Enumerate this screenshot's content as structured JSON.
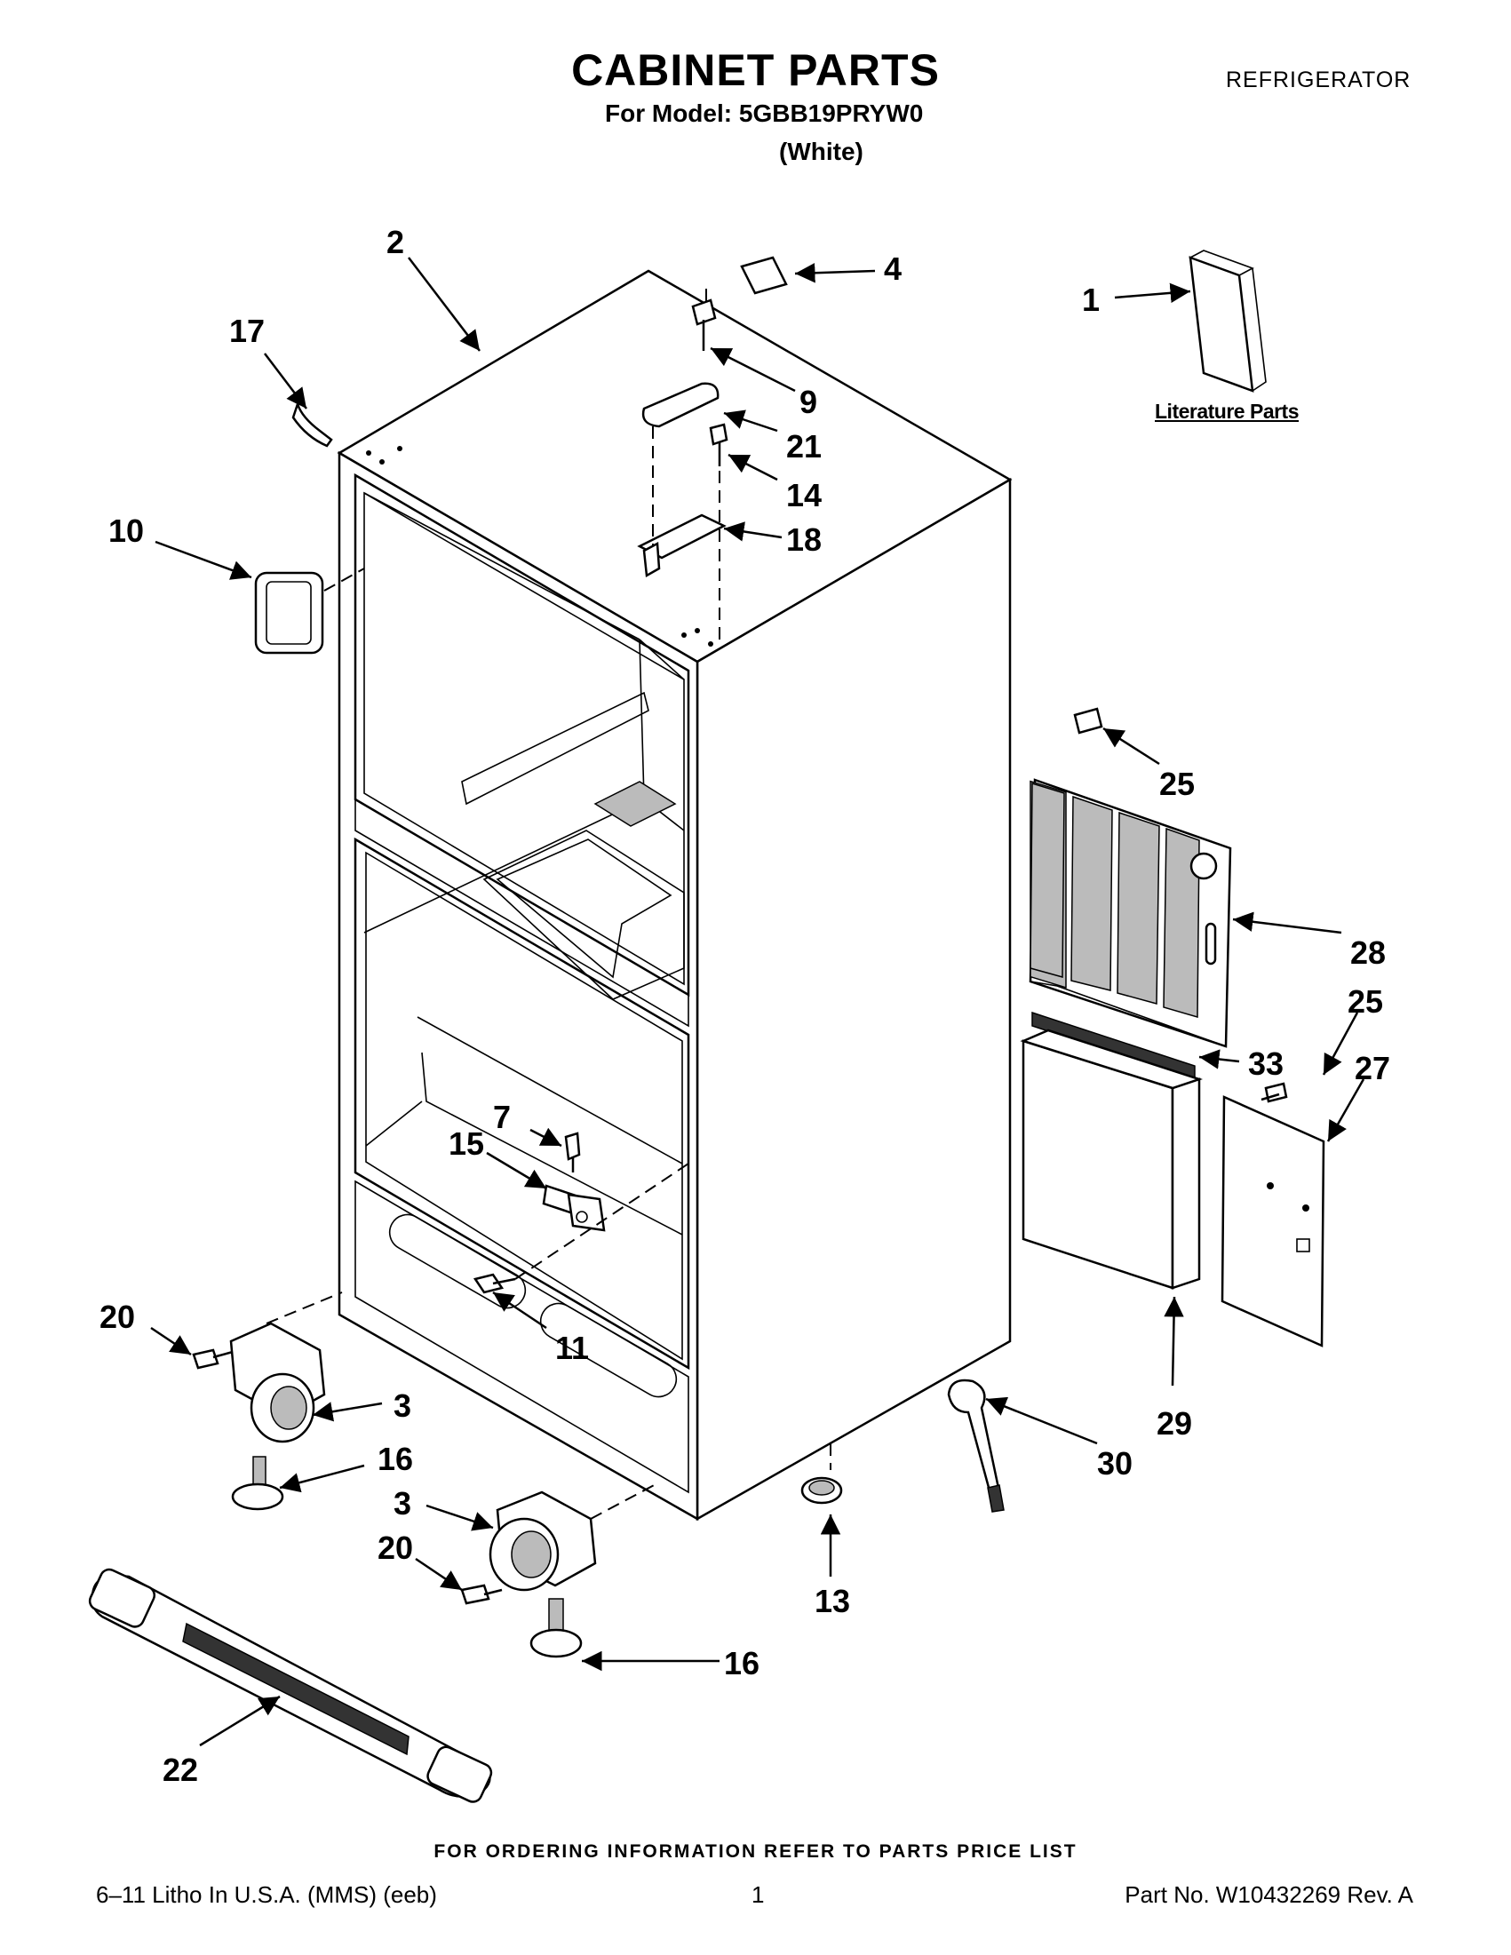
{
  "header": {
    "title": "CABINET PARTS",
    "category": "REFRIGERATOR",
    "model_line": "For Model: 5GBB19PRYW0",
    "color_line": "(White)"
  },
  "literature_label": "Literature Parts",
  "callouts": [
    {
      "id": "c1",
      "text": "1"
    },
    {
      "id": "c2",
      "text": "2"
    },
    {
      "id": "c3a",
      "text": "3"
    },
    {
      "id": "c3b",
      "text": "3"
    },
    {
      "id": "c4",
      "text": "4"
    },
    {
      "id": "c7",
      "text": "7"
    },
    {
      "id": "c9",
      "text": "9"
    },
    {
      "id": "c10",
      "text": "10"
    },
    {
      "id": "c11",
      "text": "11"
    },
    {
      "id": "c13",
      "text": "13"
    },
    {
      "id": "c14",
      "text": "14"
    },
    {
      "id": "c15",
      "text": "15"
    },
    {
      "id": "c16a",
      "text": "16"
    },
    {
      "id": "c16b",
      "text": "16"
    },
    {
      "id": "c17",
      "text": "17"
    },
    {
      "id": "c18",
      "text": "18"
    },
    {
      "id": "c20a",
      "text": "20"
    },
    {
      "id": "c20b",
      "text": "20"
    },
    {
      "id": "c21",
      "text": "21"
    },
    {
      "id": "c22",
      "text": "22"
    },
    {
      "id": "c25a",
      "text": "25"
    },
    {
      "id": "c25b",
      "text": "25"
    },
    {
      "id": "c27",
      "text": "27"
    },
    {
      "id": "c28",
      "text": "28"
    },
    {
      "id": "c29",
      "text": "29"
    },
    {
      "id": "c30",
      "text": "30"
    },
    {
      "id": "c33",
      "text": "33"
    }
  ],
  "footer": {
    "ordering": "FOR ORDERING INFORMATION REFER TO PARTS PRICE LIST",
    "litho": "6–11 Litho In U.S.A. (MMS) (eeb)",
    "page": "1",
    "part_no": "Part No. W10432269 Rev. A"
  }
}
